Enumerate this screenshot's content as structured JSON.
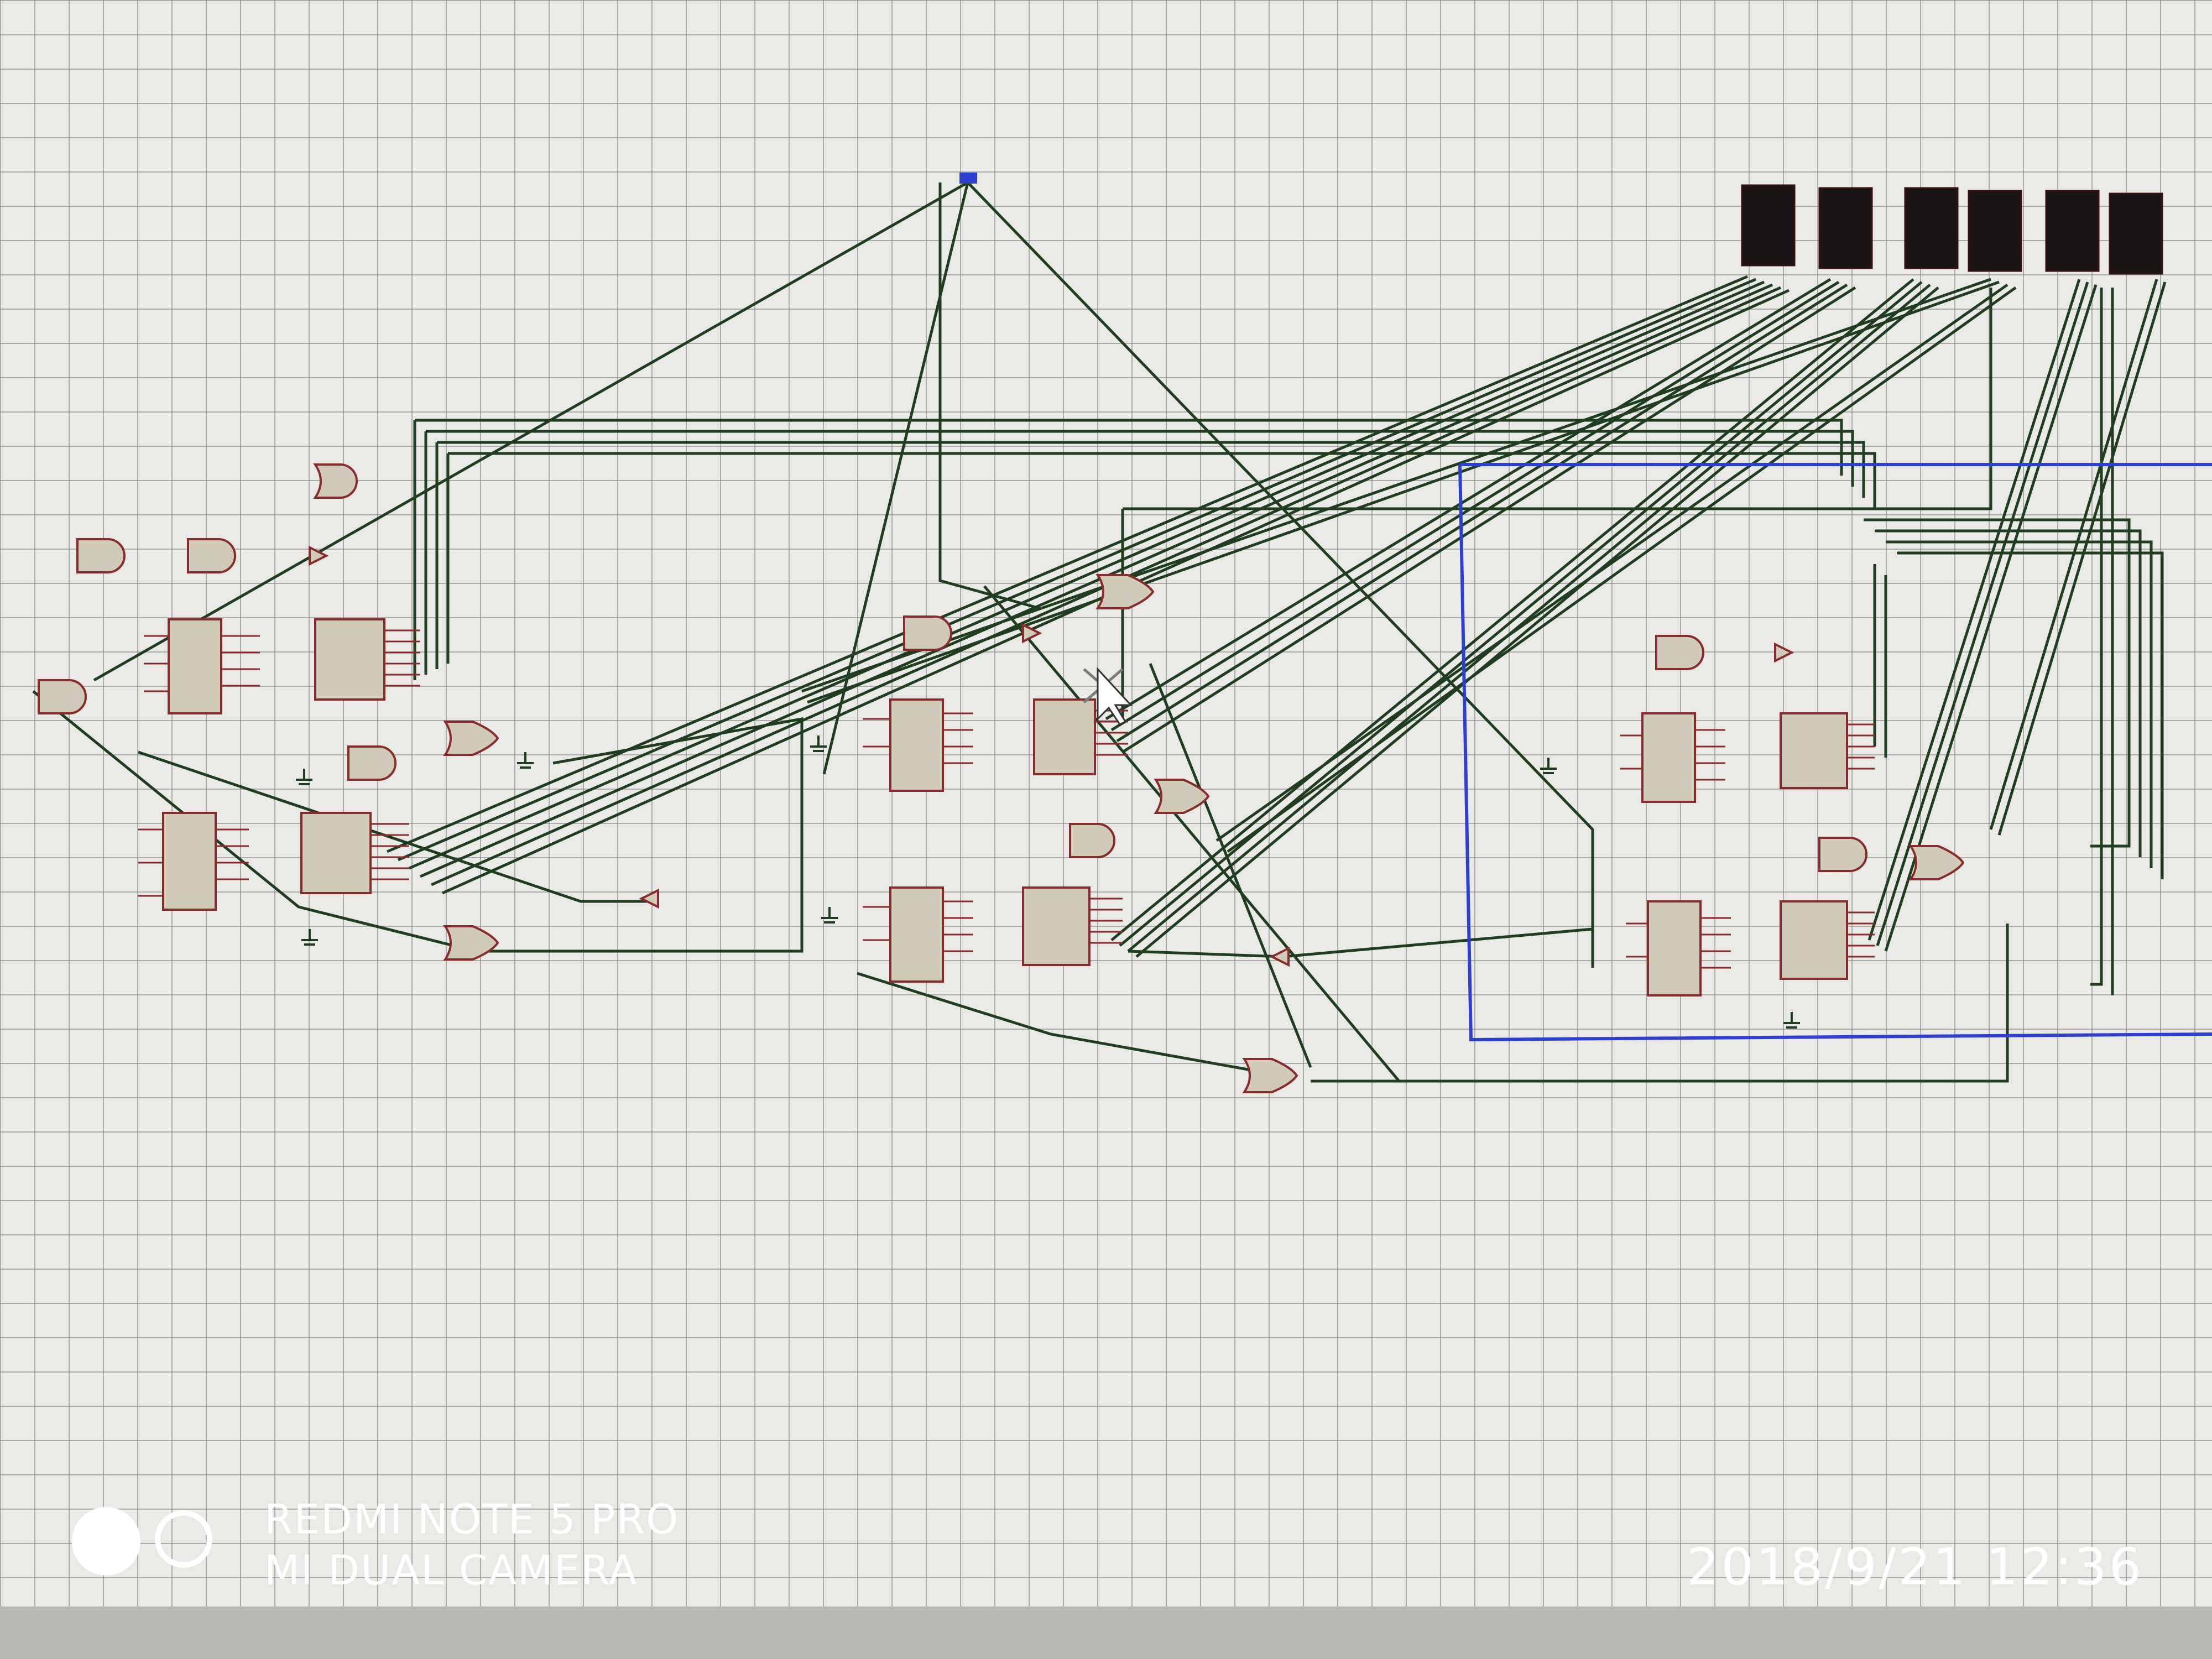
{
  "photo_overlay": {
    "device_line1": "REDMI NOTE 5 PRO",
    "device_line2": "MI DUAL CAMERA",
    "timestamp": "2018/9/21  12:36"
  },
  "schematic": {
    "wire_color": "#1f3d1f",
    "component_outline_color": "#8b2a2a",
    "component_fill_color": "#cfcbb8",
    "selection_box_color": "#2b3fd0",
    "display_color": "#1a1414"
  }
}
